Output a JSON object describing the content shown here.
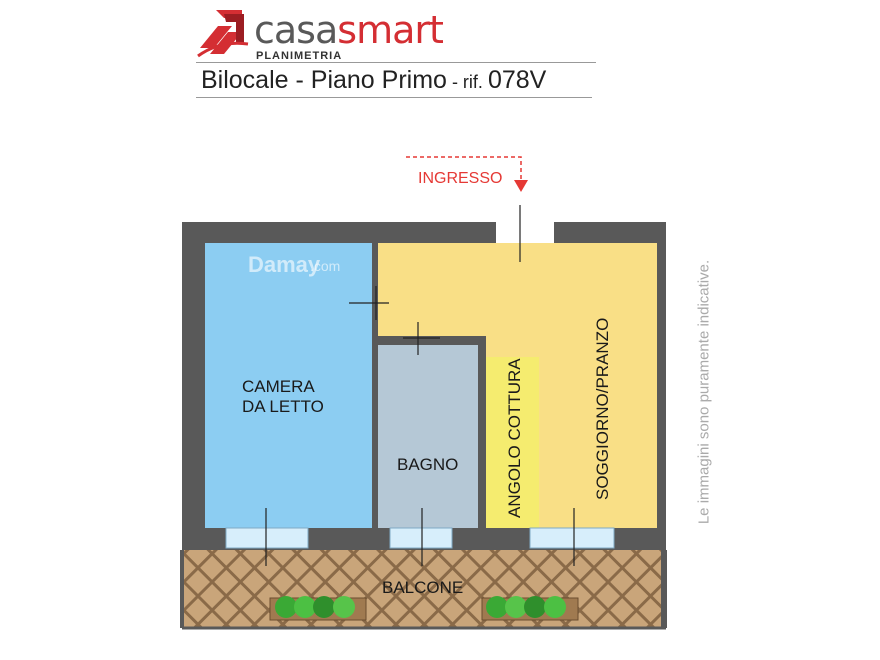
{
  "header": {
    "brand_part1": "casa",
    "brand_part2": "smart",
    "subtitle": "PLANIMETRIA",
    "title_main": "Bilocale - Piano Primo",
    "title_ref": " - rif. ",
    "title_code": "078V"
  },
  "plan": {
    "entrance_label": "INGRESSO",
    "rooms": {
      "bedroom_line1": "CAMERA",
      "bedroom_line2": "DA LETTO",
      "bathroom": "BAGNO",
      "kitchenette": "ANGOLO COTTURA",
      "living": "SOGGIORNO/PRANZO",
      "balcony": "BALCONE"
    },
    "watermark_main": "Damay",
    "watermark_domain": ".com"
  },
  "disclaimer": "Le immagini sono puramente indicative.",
  "colors": {
    "brand_red": "#d42e33",
    "brand_gray": "#595959",
    "wall": "#595959",
    "bedroom": "#8ccdf2",
    "bathroom": "#b5c8d6",
    "living": "#f9df86",
    "kitchenette": "#f5ec6f",
    "balcony": "#c9a57a",
    "window": "#d7eefb",
    "entrance_arrow": "#e53935",
    "plants": "#3aa935"
  }
}
